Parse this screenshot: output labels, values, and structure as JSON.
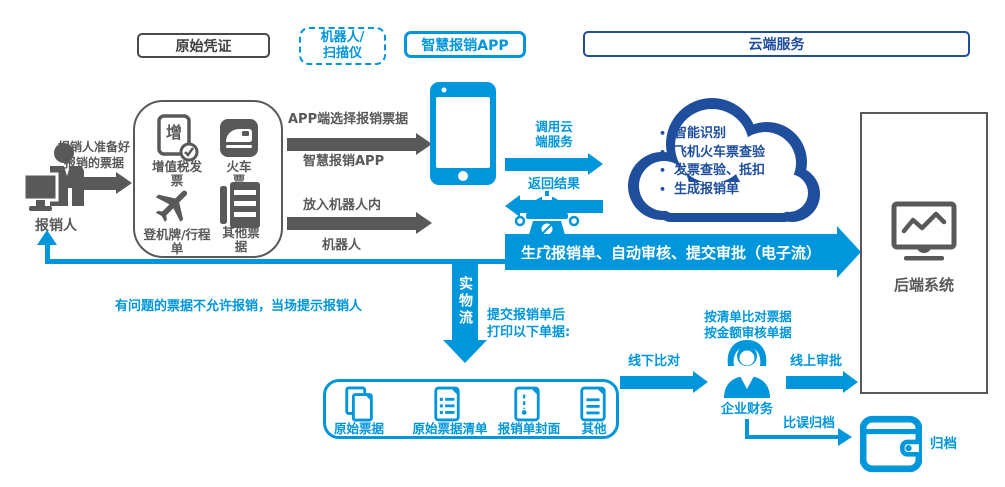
{
  "colors": {
    "blue": "#0096DC",
    "dark_blue": "#1F4E9C",
    "gray": "#595959"
  },
  "header": {
    "original_voucher": "原始凭证",
    "robot_scanner_l1": "机器人/",
    "robot_scanner_l2": "扫描仪",
    "smart_app": "智慧报销APP",
    "cloud_service": "云端服务"
  },
  "left": {
    "person_label": "报销人",
    "note_l1": "报销人准备好",
    "note_l2": "报销的票据",
    "tickets": [
      {
        "icon": "vat-invoice-icon",
        "l1": "增值税发",
        "l2": "票"
      },
      {
        "icon": "train-icon",
        "l1": "火车",
        "l2": "票"
      },
      {
        "icon": "plane-icon",
        "l1": "登机牌/行程",
        "l2": "单"
      },
      {
        "icon": "other-docs-icon",
        "l1": "其他票",
        "l2": "据"
      }
    ]
  },
  "middle": {
    "app_select": "APP端选择报销票据",
    "app_name": "智慧报销APP",
    "robot_put": "放入机器人内",
    "robot_name": "机器人"
  },
  "cloud": {
    "call_l1": "调用云",
    "call_l2": "端服务",
    "return_label": "返回结果",
    "bullets": [
      "智能识别",
      "飞机火车票查验",
      "发票查验、抵扣",
      "生成报销单"
    ]
  },
  "banner": {
    "text": "生成报销单、自动审核、提交审批（电子流）"
  },
  "backend": {
    "label": "后端系统"
  },
  "bottom": {
    "warning": "有问题的票据不允许报销，当场提示报销人",
    "physical_flow": "实物流",
    "print_l1": "提交报销单后",
    "print_l2": "打印以下单据:",
    "documents": [
      {
        "icon": "doc-stack-icon",
        "label": "原始票据"
      },
      {
        "icon": "doc-list-icon",
        "label": "原始票据清单"
      },
      {
        "icon": "doc-cover-icon",
        "label": "报销单封面"
      },
      {
        "icon": "doc-other-icon",
        "label": "其他"
      }
    ],
    "offline_compare": "线下比对",
    "finance_note_l1": "按清单比对票据",
    "finance_note_l2": "按金额审核单据",
    "finance_label": "企业财务",
    "online_approve": "线上审批",
    "archive_arrow": "比误归档",
    "archive_label": "归档"
  }
}
